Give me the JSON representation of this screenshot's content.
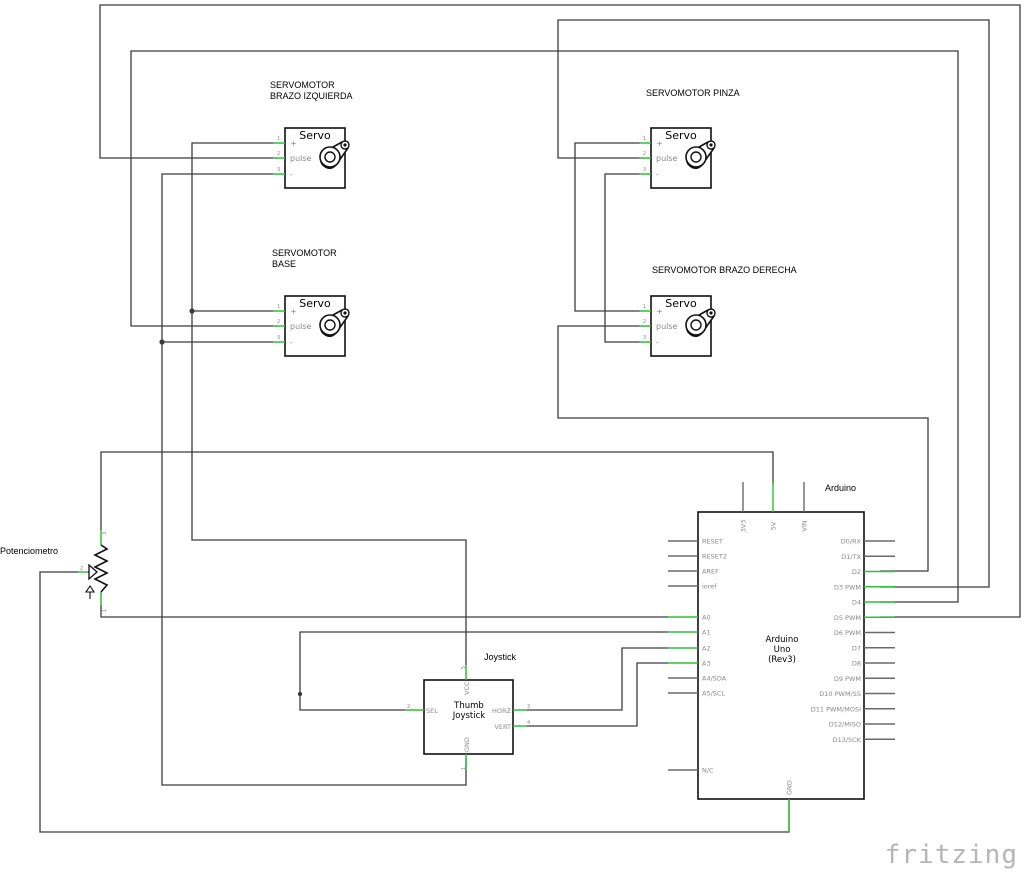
{
  "labels": {
    "servo_izquierda": "SERVOMOTOR\nBRAZO IZQUIERDA",
    "servo_pinza": "SERVOMOTOR PINZA",
    "servo_base": "SERVOMOTOR\nBASE",
    "servo_derecha": "SERVOMOTOR BRAZO DERECHA",
    "arduino": "Arduino",
    "joystick": "Joystick",
    "potenciometro": "Potenciometro"
  },
  "servo": {
    "title": "Servo",
    "pins": [
      "+",
      "pulse",
      "-"
    ]
  },
  "arduino_board": {
    "name_lines": [
      "Arduino",
      "Uno",
      "(Rev3)"
    ],
    "top_pins": [
      "3V3",
      "5V",
      "VIN"
    ],
    "bottom_pin": "GND",
    "left_pins": [
      "RESET",
      "RESET2",
      "AREF",
      "ioref",
      "A0",
      "A1",
      "A2",
      "A3",
      "A4/SDA",
      "A5/SCL",
      "N/C"
    ],
    "right_pins": [
      "D0/RX",
      "D1/TX",
      "D2",
      "D3 PWM",
      "D4",
      "D5 PWM",
      "D6 PWM",
      "D7",
      "D8",
      "D9 PWM",
      "D10 PWM/SS",
      "D11 PWM/MOSI",
      "D12/MISO",
      "D13/SCK"
    ]
  },
  "joystick_part": {
    "name_lines": [
      "Thumb",
      "Joystick"
    ],
    "pins": [
      "VCC",
      "SEL",
      "HORZ",
      "VERT",
      "GND"
    ],
    "pin_numbers": [
      "5",
      "2",
      "3",
      "4",
      "1"
    ]
  },
  "pot_pin_numbers": [
    "3",
    "2",
    "1"
  ],
  "brand": "fritzing"
}
